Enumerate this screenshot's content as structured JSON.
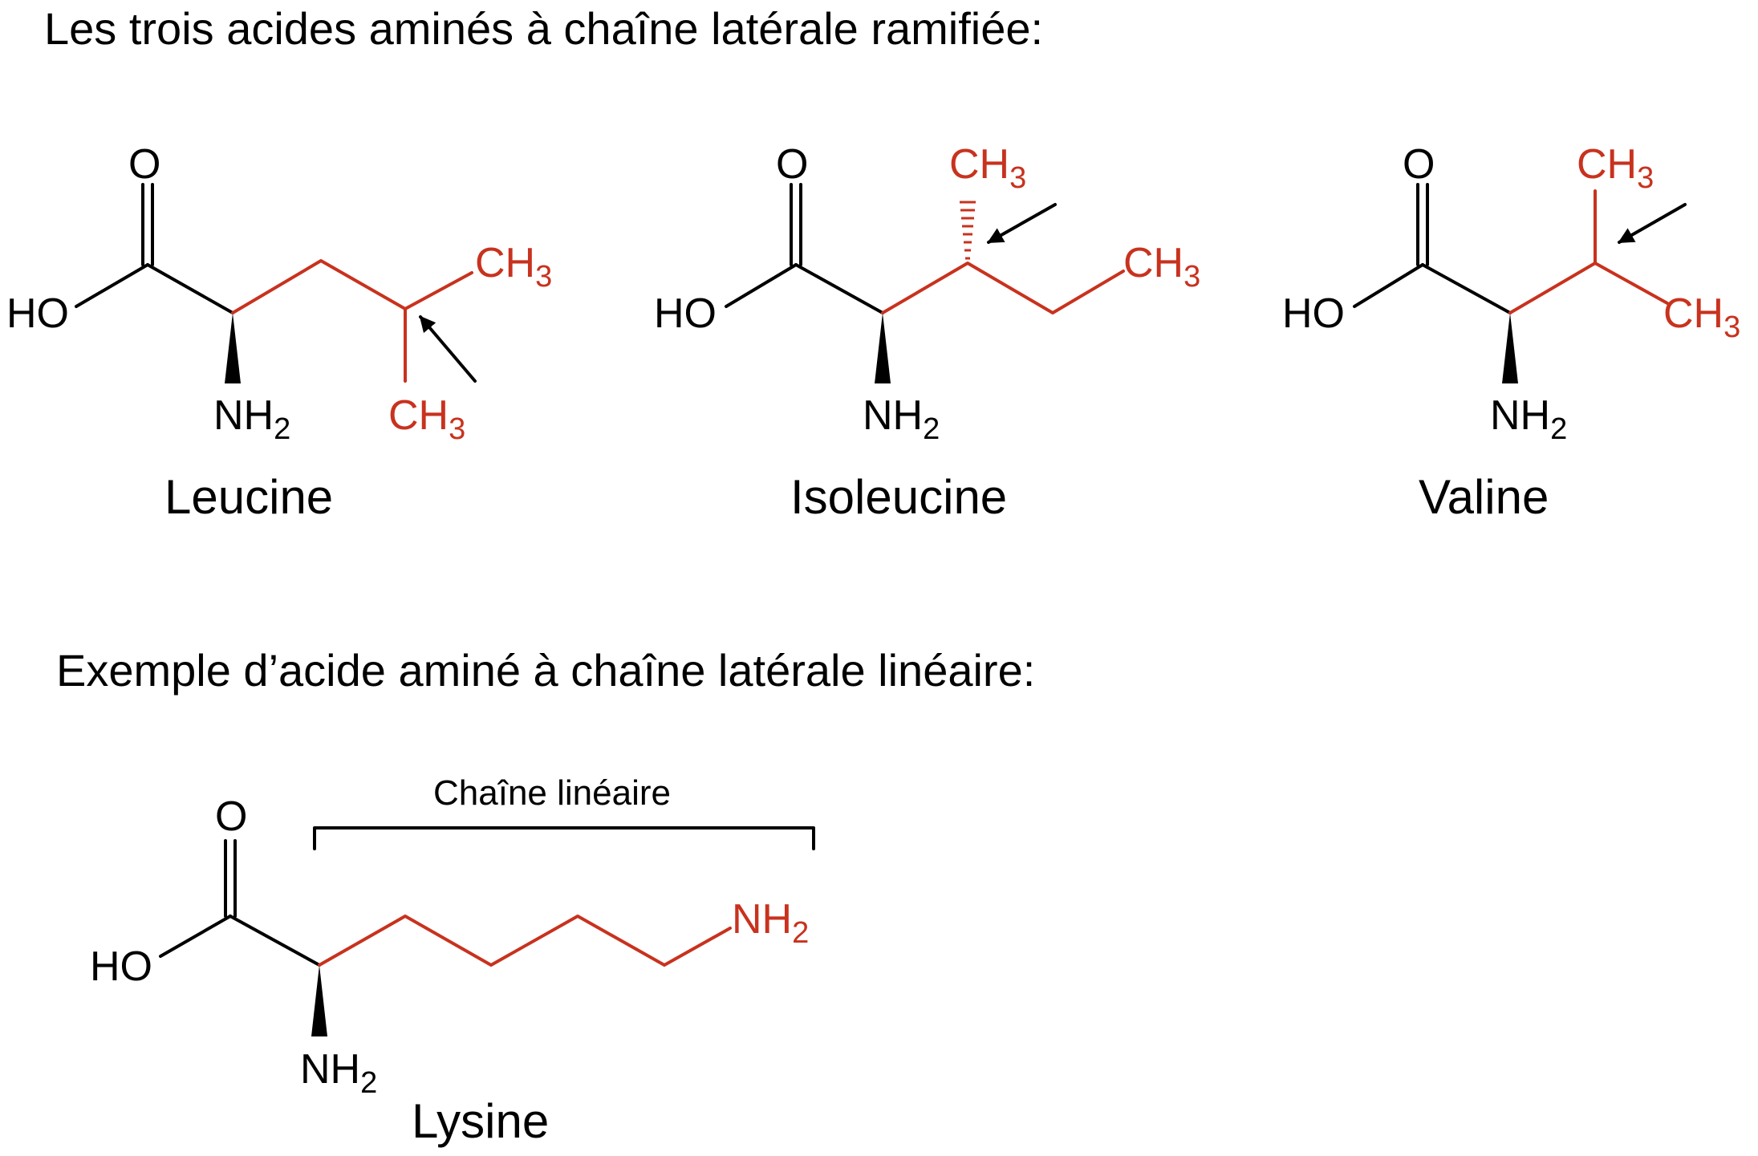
{
  "colors": {
    "black": "#000000",
    "red": "#c8321e",
    "background": "#ffffff"
  },
  "headings": {
    "branched": "Les trois acides aminés à chaîne latérale ramifiée:",
    "linear": "Exemple d’acide aminé à chaîne latérale linéaire:"
  },
  "atoms": {
    "oxygen": "O",
    "hydroxyl": "HO",
    "amine": "NH",
    "carbon_h": "CH",
    "sub_2": "2",
    "sub_3": "3"
  },
  "molecules": {
    "leucine": {
      "name": "Leucine"
    },
    "isoleucine": {
      "name": "Isoleucine"
    },
    "valine": {
      "name": "Valine"
    },
    "lysine": {
      "name": "Lysine",
      "bracket_label": "Chaîne linéaire"
    }
  }
}
